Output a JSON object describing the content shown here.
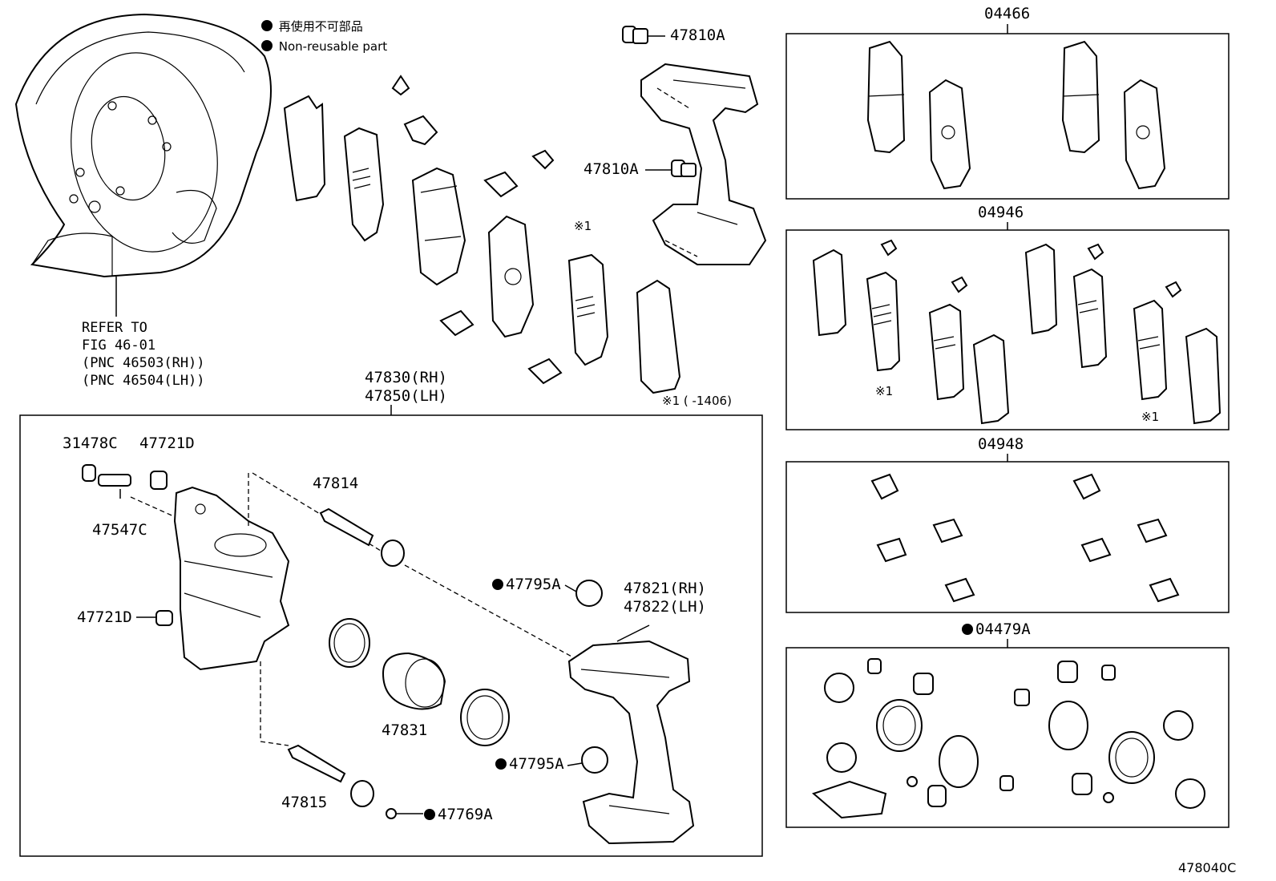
{
  "legend": {
    "japanese": "再使用不可部品",
    "english": "Non-reusable part"
  },
  "reference": {
    "line1": "REFER TO",
    "line2": "FIG 46-01",
    "line3": "(PNC 46503(RH))",
    "line4": "(PNC 46504(LH))"
  },
  "groups": {
    "pads_04466": "04466",
    "pads_04946": "04946",
    "clips_04948": "04948",
    "kit_04479A": "04479A"
  },
  "caliper": {
    "assy_rh": "47830(RH)",
    "assy_lh": "47850(LH)"
  },
  "parts": {
    "bolt_47810A_top": "47810A",
    "bolt_47810A_mid": "47810A",
    "p31478C": "31478C",
    "p47721D_top": "47721D",
    "p47547C": "47547C",
    "p47814": "47814",
    "p47721D_side": "47721D",
    "p47795A_top": "47795A",
    "p47821": "47821(RH)",
    "p47822": "47822(LH)",
    "p47831": "47831",
    "p47795A_bottom": "47795A",
    "p47815": "47815",
    "p47769A": "47769A"
  },
  "notes": {
    "shim_mark": "※1",
    "shim_mark_a": "※1",
    "shim_mark_b": "※1",
    "footnote": "※1 (      -1406)"
  },
  "figure_id": "478040C"
}
